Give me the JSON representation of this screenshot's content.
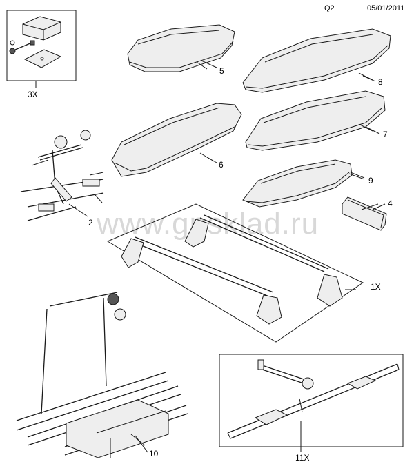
{
  "header": {
    "code": "Q2",
    "date": "05/01/2011"
  },
  "watermark": "www.gpsklad.ru",
  "callouts": {
    "kit_3x": "3X",
    "rack_2": "2",
    "box_5": "5",
    "box_6": "6",
    "box_7": "7",
    "box_8": "8",
    "box_9": "9",
    "ski_4": "4",
    "bars_1x": "1X",
    "carrier_10": "10",
    "rail_11x": "11X"
  }
}
